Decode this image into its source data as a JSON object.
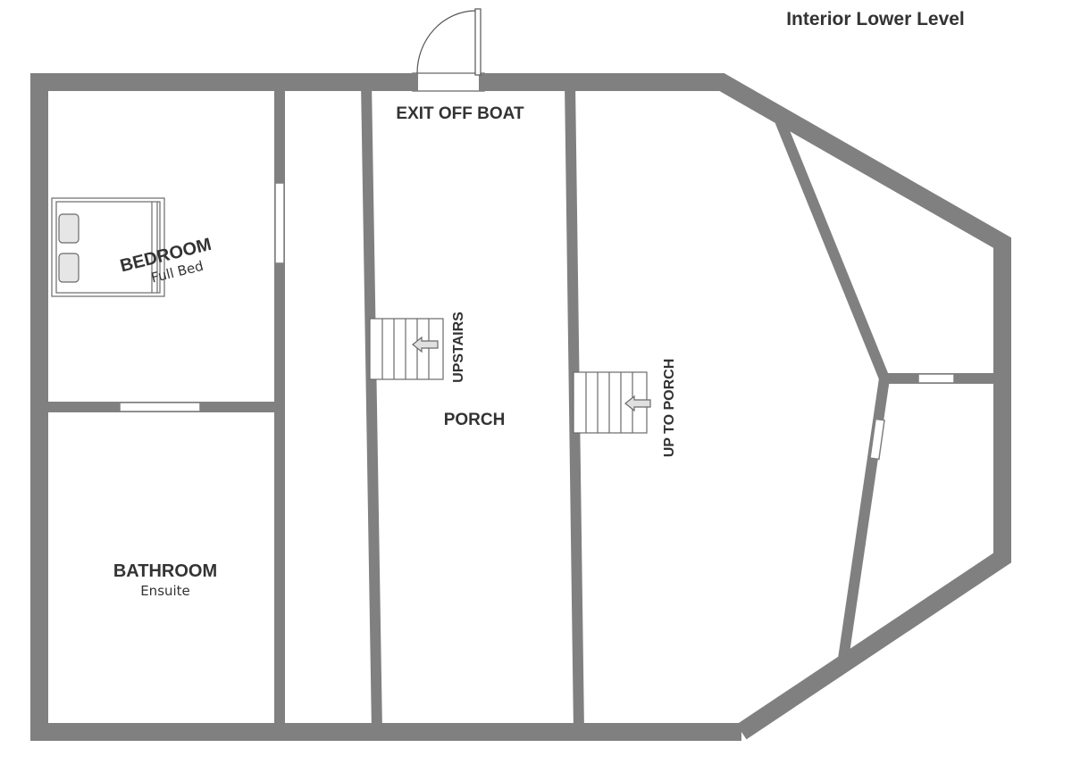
{
  "title": "Interior Lower Level",
  "rooms": {
    "bedroom": {
      "name": "BEDROOM",
      "note": "Full Bed"
    },
    "bathroom": {
      "name": "BATHROOM",
      "note": "Ensuite"
    },
    "porch": {
      "name": "PORCH"
    }
  },
  "labels": {
    "exit": "EXIT OFF BOAT",
    "upstairs": "UPSTAIRS",
    "up_to_porch": "UP TO PORCH"
  },
  "colors": {
    "wall": "#808080",
    "background": "#ffffff",
    "text": "#333333"
  }
}
